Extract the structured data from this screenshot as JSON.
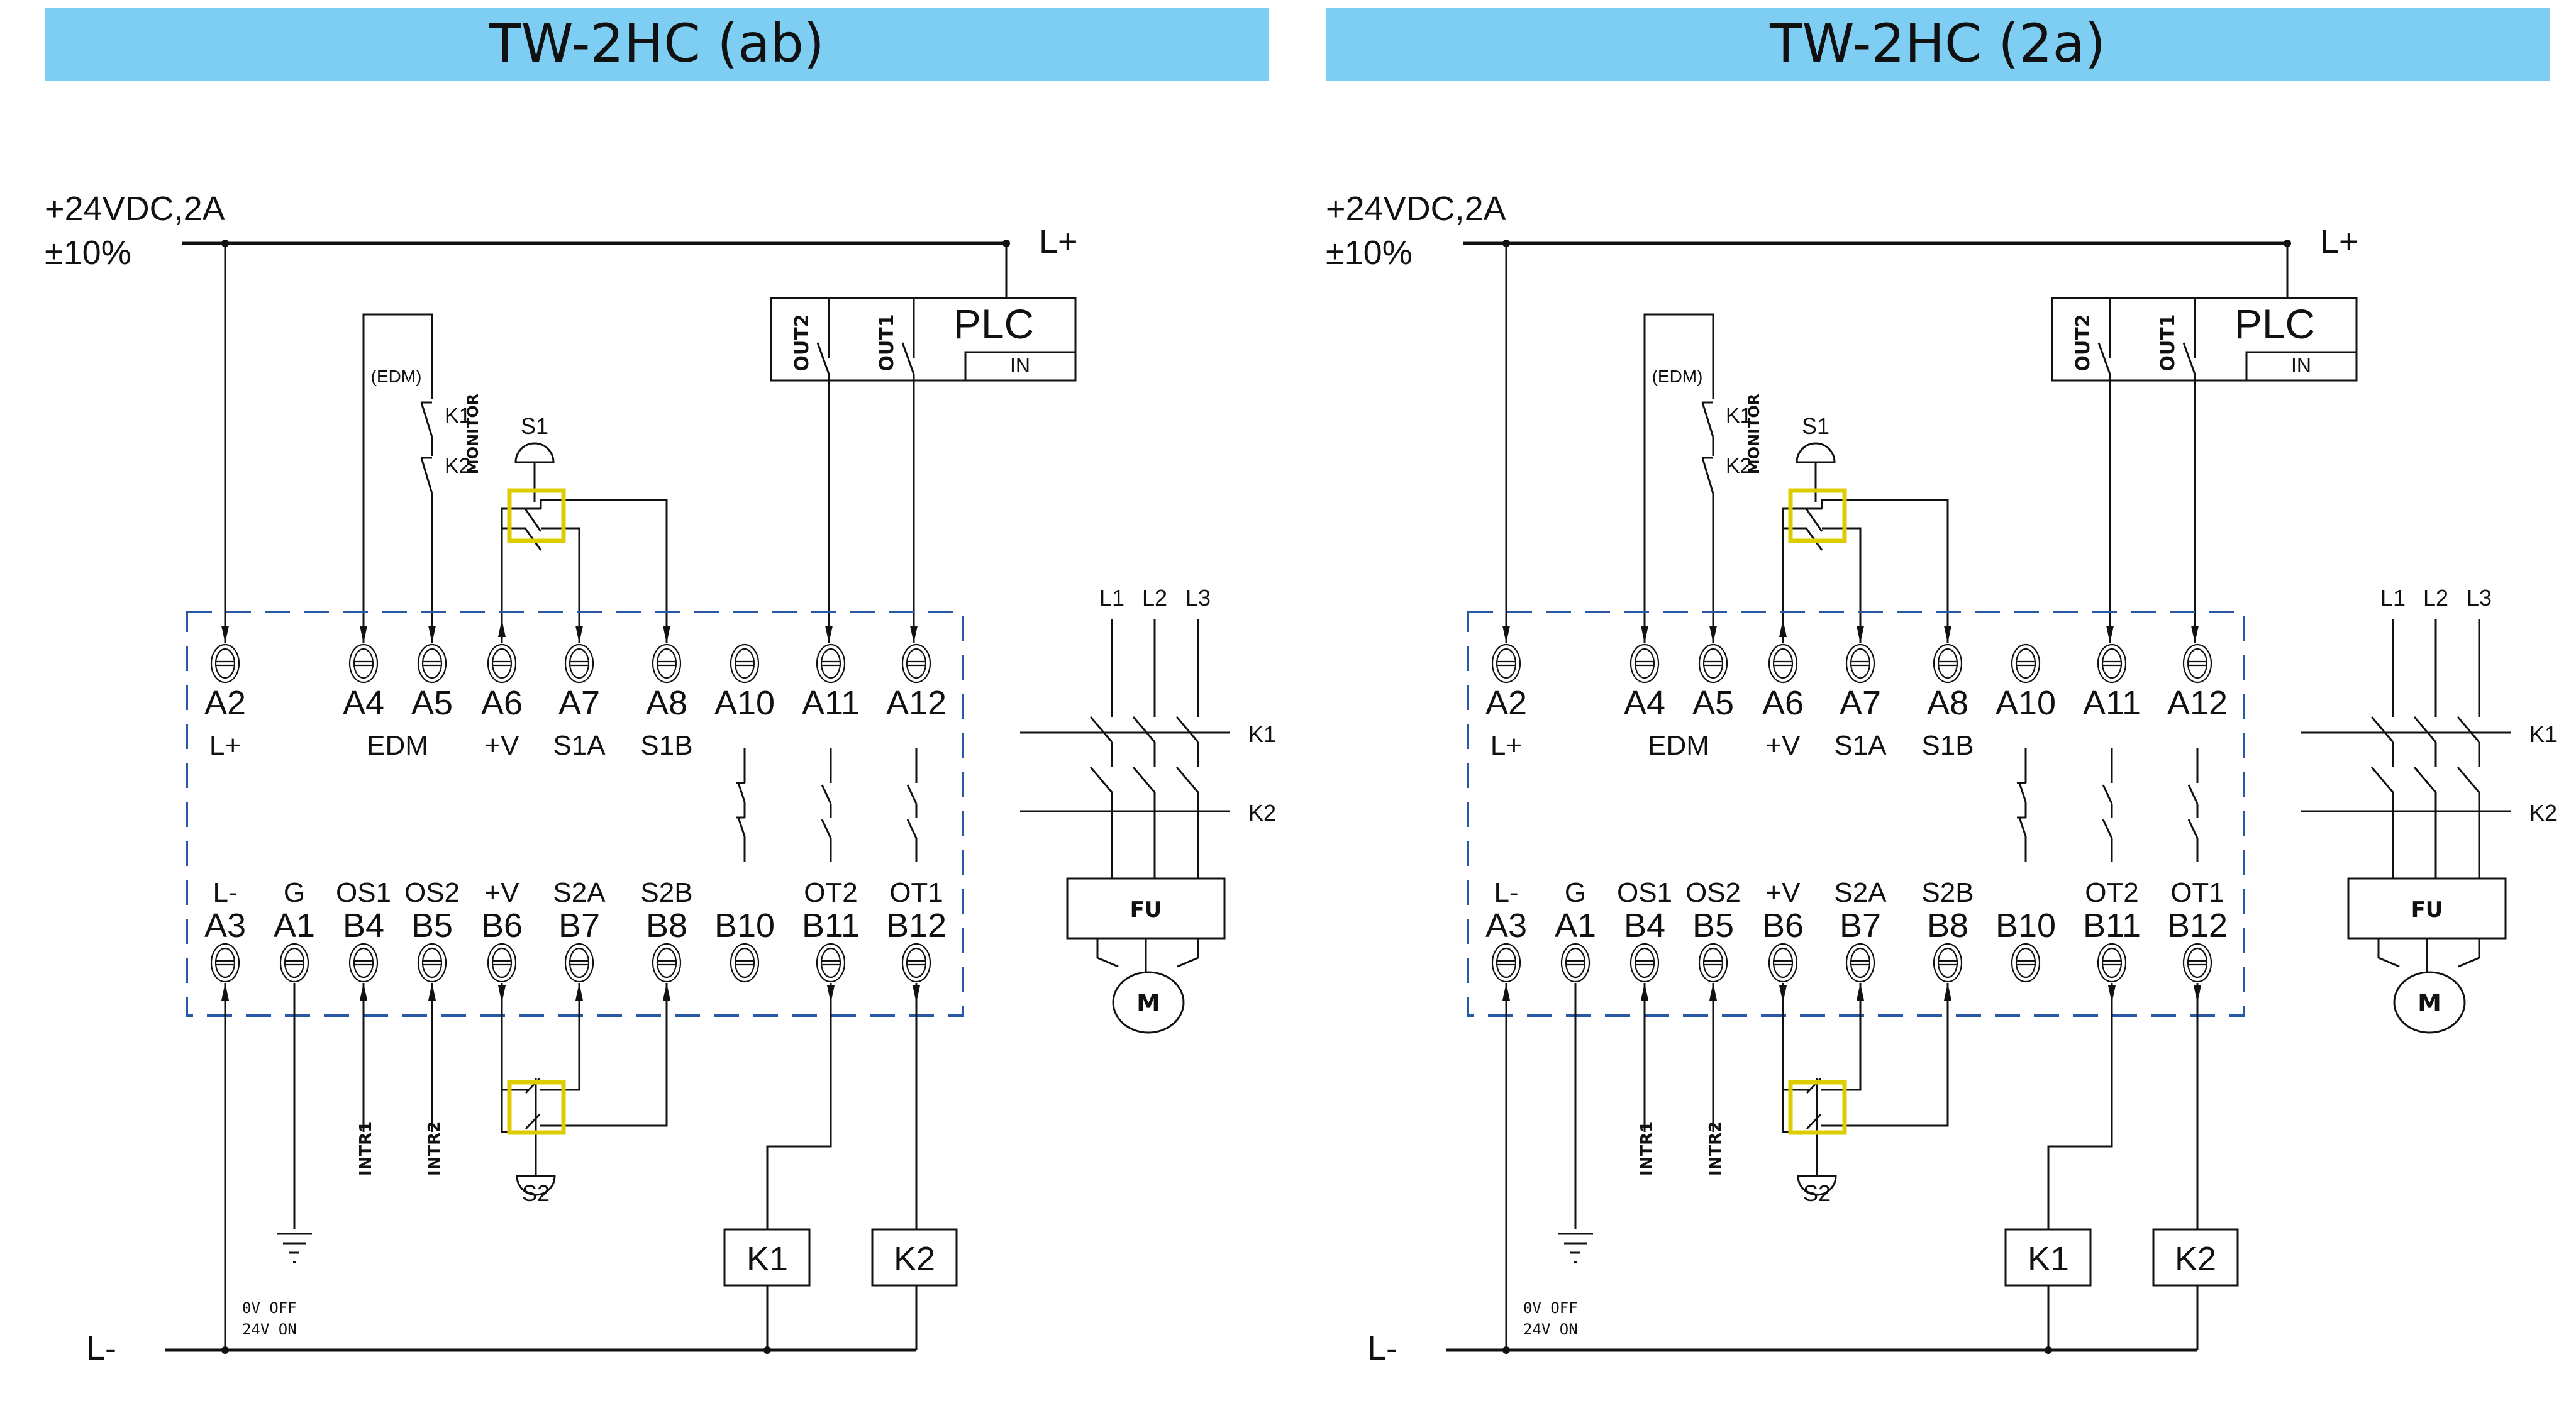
{
  "panels": [
    {
      "title": "TW-2HC (ab)",
      "supply": {
        "line1": "+24VDC,2A",
        "line2": "±10%",
        "positive": "L+",
        "negative": "L-"
      },
      "top_terminals": [
        {
          "id": "A2",
          "func": "L+"
        },
        {
          "id": "A4",
          "func": ""
        },
        {
          "id": "A5",
          "func": ""
        },
        {
          "id": "A6",
          "func": "+V"
        },
        {
          "id": "A7",
          "func": "S1A"
        },
        {
          "id": "A8",
          "func": "S1B"
        },
        {
          "id": "A10",
          "func": ""
        },
        {
          "id": "A11",
          "func": ""
        },
        {
          "id": "A12",
          "func": ""
        }
      ],
      "edm_label": "EDM",
      "bottom_terminals": [
        {
          "id": "A3",
          "func": "L-"
        },
        {
          "id": "A1",
          "func": "G"
        },
        {
          "id": "B4",
          "func": "OS1"
        },
        {
          "id": "B5",
          "func": "OS2"
        },
        {
          "id": "B6",
          "func": "+V"
        },
        {
          "id": "B7",
          "func": "S2A"
        },
        {
          "id": "B8",
          "func": "S2B"
        },
        {
          "id": "B10",
          "func": ""
        },
        {
          "id": "B11",
          "func": "OT2"
        },
        {
          "id": "B12",
          "func": "OT1"
        }
      ],
      "edm": {
        "label": "(EDM)",
        "k1": "K1",
        "k2": "K2",
        "monitor": "MONITOR"
      },
      "switches": {
        "s1": "S1",
        "s2": "S2"
      },
      "plc": {
        "title": "PLC",
        "in": "IN",
        "out1": "OUT1",
        "out2": "OUT2"
      },
      "intr": [
        "INTR1",
        "INTR2"
      ],
      "ground_note": [
        "0V  OFF",
        "24V  ON"
      ],
      "relays": [
        "K1",
        "K2"
      ],
      "motor": {
        "phases": [
          "L1",
          "L2",
          "L3"
        ],
        "contactors": [
          "K1",
          "K2"
        ],
        "fuse": "FU",
        "motor": "M"
      }
    },
    {
      "title": "TW-2HC (2a)",
      "supply": {
        "line1": "+24VDC,2A",
        "line2": "±10%",
        "positive": "L+",
        "negative": "L-"
      },
      "top_terminals": [
        {
          "id": "A2",
          "func": "L+"
        },
        {
          "id": "A4",
          "func": ""
        },
        {
          "id": "A5",
          "func": ""
        },
        {
          "id": "A6",
          "func": "+V"
        },
        {
          "id": "A7",
          "func": "S1A"
        },
        {
          "id": "A8",
          "func": "S1B"
        },
        {
          "id": "A10",
          "func": ""
        },
        {
          "id": "A11",
          "func": ""
        },
        {
          "id": "A12",
          "func": ""
        }
      ],
      "edm_label": "EDM",
      "bottom_terminals": [
        {
          "id": "A3",
          "func": "L-"
        },
        {
          "id": "A1",
          "func": "G"
        },
        {
          "id": "B4",
          "func": "OS1"
        },
        {
          "id": "B5",
          "func": "OS2"
        },
        {
          "id": "B6",
          "func": "+V"
        },
        {
          "id": "B7",
          "func": "S2A"
        },
        {
          "id": "B8",
          "func": "S2B"
        },
        {
          "id": "B10",
          "func": ""
        },
        {
          "id": "B11",
          "func": "OT2"
        },
        {
          "id": "B12",
          "func": "OT1"
        }
      ],
      "edm": {
        "label": "(EDM)",
        "k1": "K1",
        "k2": "K2",
        "monitor": "MONITOR"
      },
      "switches": {
        "s1": "S1",
        "s2": "S2"
      },
      "plc": {
        "title": "PLC",
        "in": "IN",
        "out1": "OUT1",
        "out2": "OUT2"
      },
      "intr": [
        "INTR1",
        "INTR2"
      ],
      "ground_note": [
        "0V  OFF",
        "24V  ON"
      ],
      "relays": [
        "K1",
        "K2"
      ],
      "motor": {
        "phases": [
          "L1",
          "L2",
          "L3"
        ],
        "contactors": [
          "K1",
          "K2"
        ],
        "fuse": "FU",
        "motor": "M"
      }
    }
  ],
  "colors": {
    "header": "#7ecef4",
    "enclosure": "#2a58a8",
    "switch_highlight": "#ddcc00"
  }
}
